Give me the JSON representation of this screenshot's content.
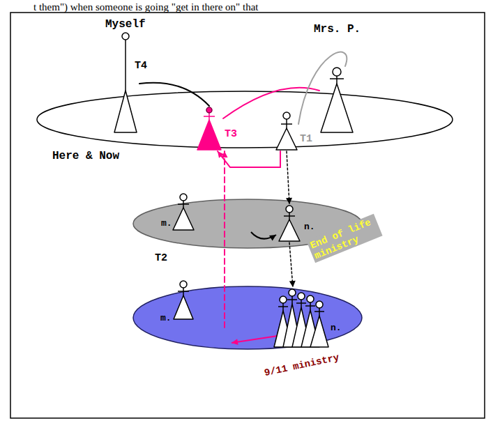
{
  "diagram": {
    "nodes": [
      {
        "text": [
          "Here & Now"
        ]
      },
      {
        "text": [
          "Myself"
        ]
      },
      {
        "text": [
          "Mrs. P."
        ]
      },
      {
        "text": [
          "T3"
        ],
        "in": 0
      },
      {
        "text": [
          "T1"
        ],
        "in": 0
      },
      {
        "text": [
          "End of life ministry"
        ]
      },
      {
        "text": [
          "m."
        ],
        "in": 5
      },
      {
        "text": [
          "n."
        ],
        "in": 5
      },
      {
        "text": [
          "9/11 ministry"
        ]
      },
      {
        "text": [
          "m."
        ],
        "in": 8
      },
      {
        "text": [
          "n."
        ],
        "in": 8
      }
    ],
    "edges": [
      {
        "from": 1,
        "to": 3,
        "arrow": "none",
        "label": "T4"
      },
      {
        "from": 3,
        "to": 2,
        "arrow": "none"
      },
      {
        "from": 4,
        "to": 2,
        "arrow": "none"
      },
      {
        "from": 4,
        "to": 3,
        "arrow": "to"
      },
      {
        "from": 4,
        "to": 7,
        "arrow": "to"
      },
      {
        "from": 7,
        "to": 10,
        "arrow": "to"
      },
      {
        "from": 8,
        "to": 3,
        "arrow": "to"
      }
    ],
    "labels": [
      "t them\") when someone is going \"get in there on\" that",
      "T2"
    ]
  }
}
